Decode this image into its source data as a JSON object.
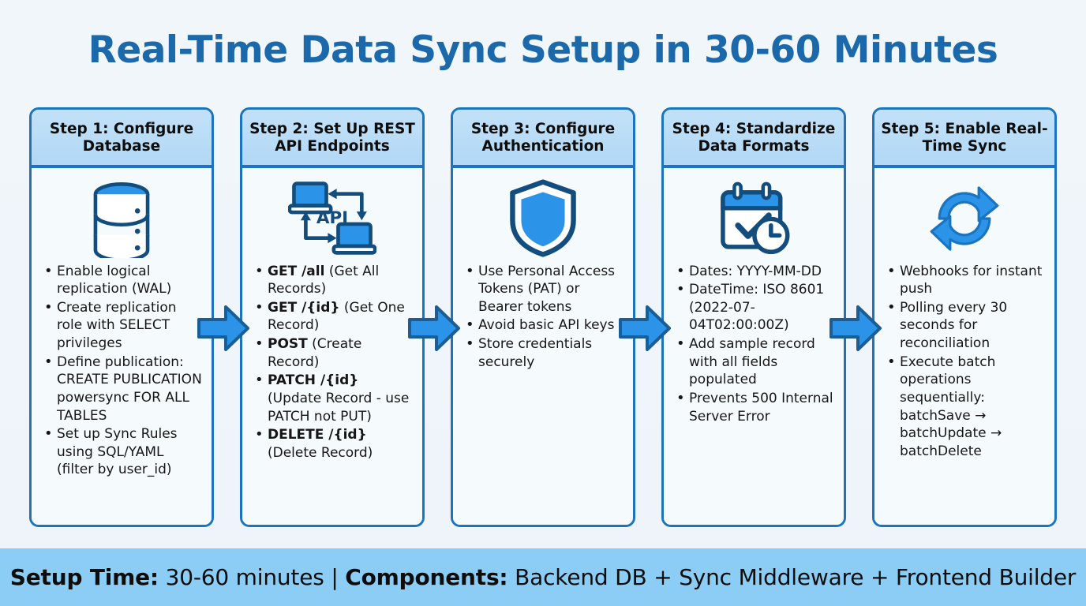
{
  "title": "Real-Time Data Sync Setup in 30-60 Minutes",
  "colors": {
    "background": "#eef5fa",
    "title_blue": "#1b69ab",
    "card_border": "#1b74bd",
    "header_band": "#b2d8f5",
    "footer_band": "#8ccdf5",
    "icon_blue": "#2b94e8",
    "icon_dark": "#134d7d"
  },
  "steps": [
    {
      "header": "Step 1: Configure Database",
      "icon": "database-icon",
      "bullets": [
        {
          "bold": "",
          "text": "Enable logical replication (WAL)"
        },
        {
          "bold": "",
          "text": "Create replication role with SELECT privileges"
        },
        {
          "bold": "",
          "text": "Define publication: CREATE PUBLICATION powersync FOR ALL TABLES"
        },
        {
          "bold": "",
          "text": "Set up Sync Rules using SQL/YAML (filter by user_id)"
        }
      ]
    },
    {
      "header": "Step 2: Set Up REST API Endpoints",
      "icon": "api-exchange-icon",
      "icon_label": "API",
      "bullets": [
        {
          "bold": "GET /all",
          "text": "(Get All Records)"
        },
        {
          "bold": "GET /{id}",
          "text": "(Get One Record)"
        },
        {
          "bold": "POST",
          "text": "(Create Record)"
        },
        {
          "bold": "PATCH /{id}",
          "text": "(Update Record - use PATCH not PUT)"
        },
        {
          "bold": "DELETE /{id}",
          "text": "(Delete Record)"
        }
      ]
    },
    {
      "header": "Step 3: Configure Authentication",
      "icon": "shield-icon",
      "bullets": [
        {
          "bold": "",
          "text": "Use Personal Access Tokens (PAT) or Bearer tokens"
        },
        {
          "bold": "",
          "text": "Avoid basic API keys"
        },
        {
          "bold": "",
          "text": "Store credentials securely"
        }
      ]
    },
    {
      "header": "Step 4: Standardize Data Formats",
      "icon": "calendar-clock-icon",
      "bullets": [
        {
          "bold": "",
          "text": "Dates: YYYY-MM-DD"
        },
        {
          "bold": "",
          "text": "DateTime: ISO 8601 (2022-07-04T02:00:00Z)"
        },
        {
          "bold": "",
          "text": "Add sample record with all fields populated"
        },
        {
          "bold": "",
          "text": "Prevents 500 Internal Server Error"
        }
      ]
    },
    {
      "header": "Step 5: Enable Real-Time Sync",
      "icon": "sync-refresh-icon",
      "bullets": [
        {
          "bold": "",
          "text": "Webhooks for instant push"
        },
        {
          "bold": "",
          "text": "Polling every 30 seconds for reconciliation"
        },
        {
          "bold": "",
          "text": "Execute batch operations sequentially: batchSave → batchUpdate → batchDelete"
        }
      ]
    }
  ],
  "connectors": [
    {
      "name": "arrow-step1-step2",
      "glyph": "right-arrow"
    },
    {
      "name": "arrow-step2-step3",
      "glyph": "right-arrow"
    },
    {
      "name": "arrow-step3-step4",
      "glyph": "right-arrow"
    },
    {
      "name": "arrow-step4-step5",
      "glyph": "right-arrow"
    }
  ],
  "footer": {
    "setup_time_label": "Setup Time:",
    "setup_time_value": "30-60 minutes",
    "separator": "|",
    "components_label": "Components:",
    "components_value": "Backend DB + Sync Middleware + Frontend Builder"
  }
}
